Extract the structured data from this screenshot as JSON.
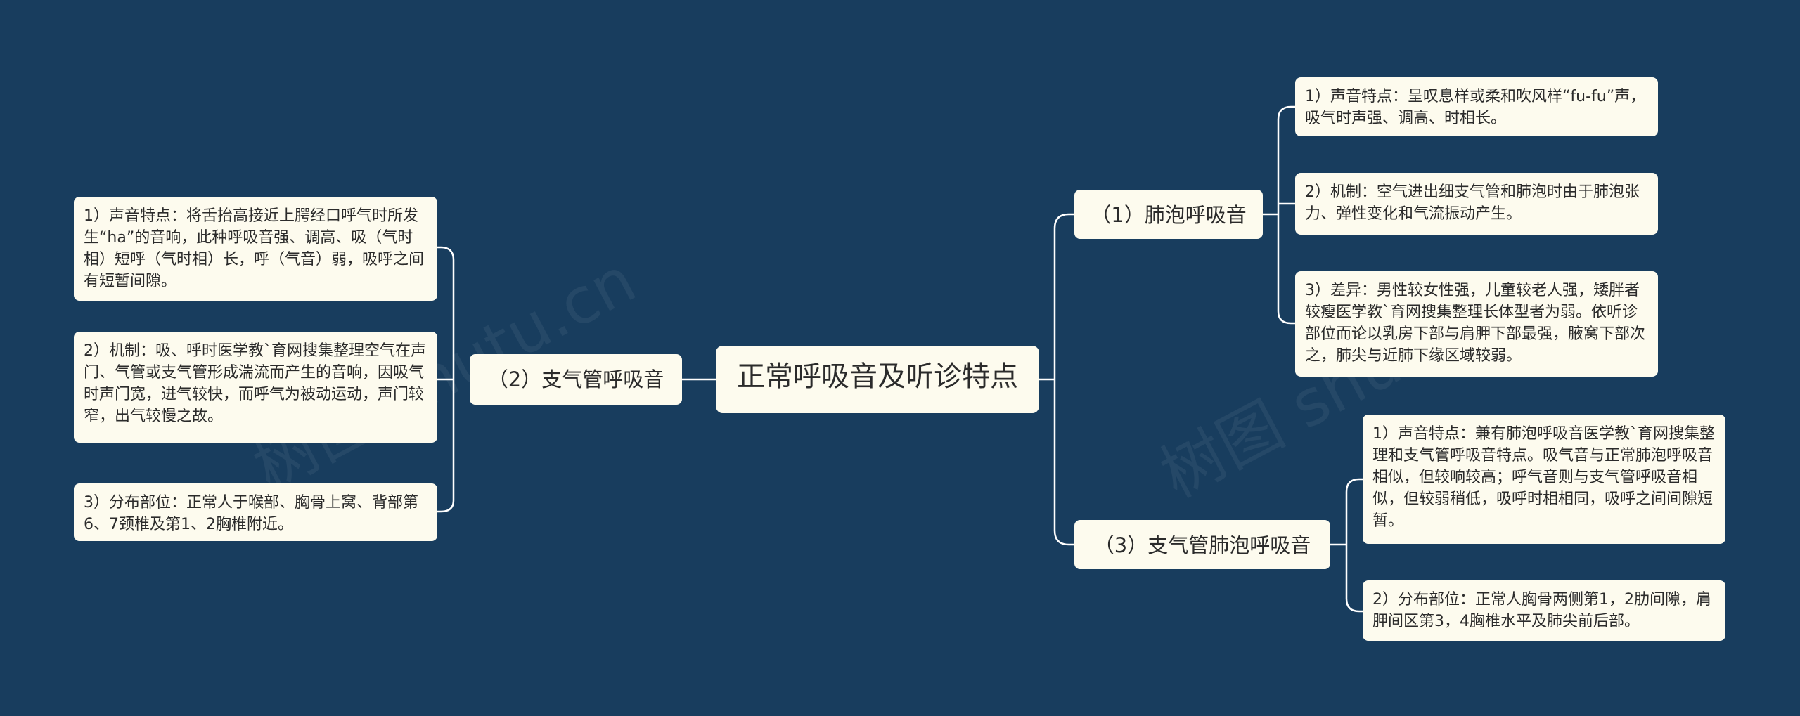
{
  "root": {
    "label": "正常呼吸音及听诊特点"
  },
  "branches": {
    "alveolar": {
      "label": "（1）肺泡呼吸音",
      "items": [
        "1）声音特点：呈叹息样或柔和吹风样“fu-fu”声，吸气时声强、调高、时相长。",
        "2）机制：空气进出细支气管和肺泡时由于肺泡张力、弹性变化和气流振动产生。",
        "3）差异：男性较女性强，儿童较老人强，矮胖者较瘦医学教`育网搜集整理长体型者为弱。依听诊部位而论以乳房下部与肩胛下部最强，腋窝下部次之，肺尖与近肺下缘区域较弱。"
      ]
    },
    "bronchial": {
      "label": "（2）支气管呼吸音",
      "items": [
        "1）声音特点：将舌抬高接近上腭经口呼气时所发生“ha”的音响，此种呼吸音强、调高、吸（气时相）短呼（气时相）长，呼（气音）弱，吸呼之间有短暂间隙。",
        "2）机制：吸、呼时医学教`育网搜集整理空气在声门、气管或支气管形成湍流而产生的音响，因吸气时声门宽，进气较快，而呼气为被动运动，声门较窄，出气较慢之故。",
        "3）分布部位：正常人于喉部、胸骨上窝、背部第6、7颈椎及第1、2胸椎附近。"
      ]
    },
    "bronchovesicular": {
      "label": "（3）支气管肺泡呼吸音",
      "items": [
        "1）声音特点：兼有肺泡呼吸音医学教`育网搜集整理和支气管呼吸音特点。吸气音与正常肺泡呼吸音相似，但较响较高；呼气音则与支气管呼吸音相似，但较弱稍低，吸呼时相相同，吸呼之间间隙短暂。",
        "2）分布部位：正常人胸骨两侧第1，2肋间隙，肩胛间区第3，4胸椎水平及肺尖前后部。"
      ]
    }
  },
  "colors": {
    "background": "#183d5e",
    "node_fill": "#fdfbee",
    "connector": "#ffffff"
  }
}
